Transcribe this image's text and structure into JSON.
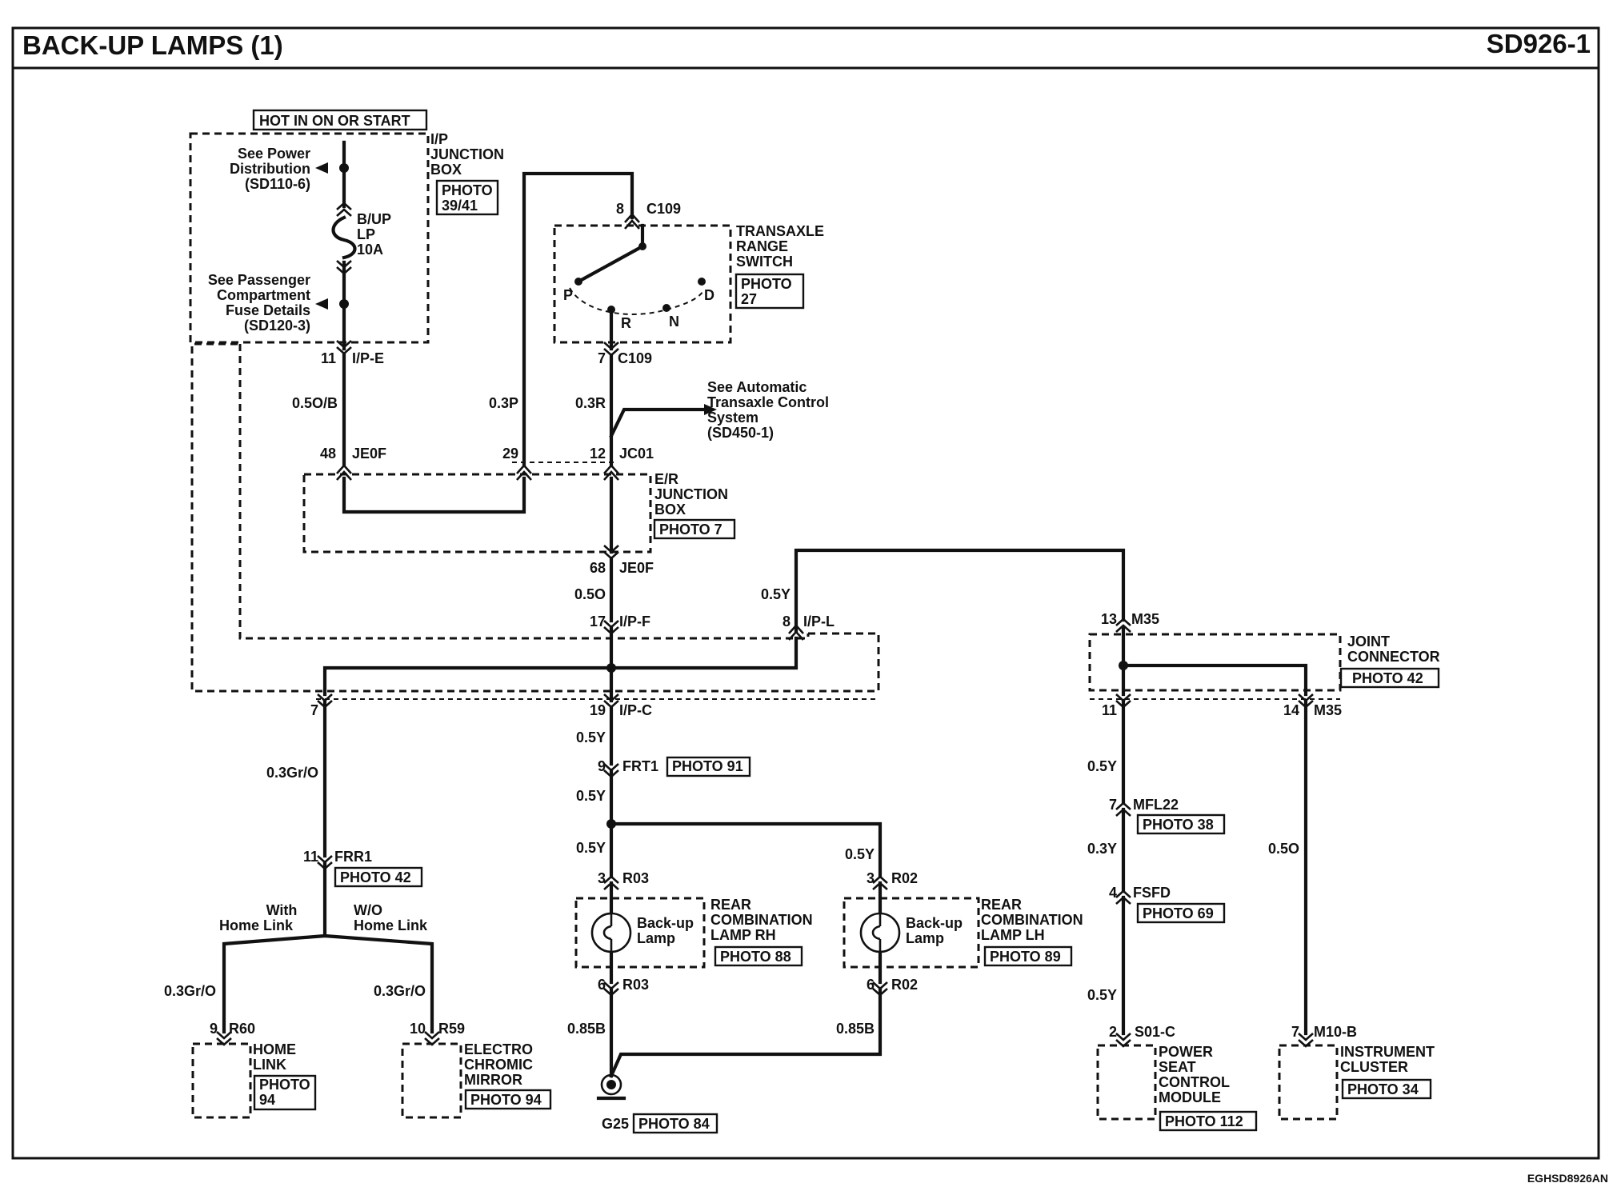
{
  "header": {
    "title": "BACK-UP LAMPS (1)",
    "code": "SD926-1"
  },
  "footer": {
    "code": "EGHSD8926AN"
  },
  "power": {
    "hot_label": "HOT IN ON OR START",
    "ip_jb": [
      "I/P",
      "JUNCTION",
      "BOX"
    ],
    "ip_jb_photo": [
      "PHOTO",
      "39/41"
    ],
    "see_power": [
      "See Power",
      "Distribution",
      "(SD110-6)"
    ],
    "fuse": [
      "B/UP",
      "LP",
      "10A"
    ],
    "see_fuse": [
      "See Passenger",
      "Compartment",
      "Fuse Details",
      "(SD120-3)"
    ]
  },
  "switch": {
    "pin_top": "8",
    "conn_top": "C109",
    "name": [
      "TRANSAXLE",
      "RANGE",
      "SWITCH"
    ],
    "photo": [
      "PHOTO",
      "27"
    ],
    "positions": [
      "P",
      "R",
      "N",
      "D"
    ],
    "pin_bottom": "7",
    "conn_bottom": "C109"
  },
  "atcs": [
    "See Automatic",
    "Transaxle Control",
    "System",
    "(SD450-1)"
  ],
  "er_jb": {
    "name": [
      "E/R",
      "JUNCTION",
      "BOX"
    ],
    "photo": "PHOTO 7"
  },
  "wires": {
    "w_05ob": "0.5O/B",
    "w_03p": "0.3P",
    "w_03r": "0.3R",
    "w_05o_a": "0.5O",
    "w_05y_a": "0.5Y",
    "w_05y_b": "0.5Y",
    "w_05y_c": "0.5Y",
    "w_05y_rh": "0.5Y",
    "w_05y_lh": "0.5Y",
    "w_085b_rh": "0.85B",
    "w_085b_lh": "0.85B",
    "w_03gro": "0.3Gr/O",
    "w_03gro_l": "0.3Gr/O",
    "w_03gro_r": "0.3Gr/O",
    "w_05y_m35": "0.5Y",
    "w_03y": "0.3Y",
    "w_05y_s01": "0.5Y",
    "w_05o_m35": "0.5O",
    "w_05y_l": "0.5Y"
  },
  "connectors": {
    "ipe_pin": "11",
    "ipe": "I/P-E",
    "je0f_48": "48",
    "je0f_a": "JE0F",
    "pin_29": "29",
    "jc01_pin": "12",
    "jc01": "JC01",
    "je0f_68": "68",
    "je0f_b": "JE0F",
    "ipf_pin": "17",
    "ipf": "I/P-F",
    "ipl_pin": "8",
    "ipl": "I/P-L",
    "ipc_pin": "19",
    "ipc": "I/P-C",
    "pin7": "7",
    "frt1_pin": "9",
    "frt1": "FRT1",
    "frt1_photo": "PHOTO 91",
    "r03_pin3": "3",
    "r03_a": "R03",
    "r03_pin6": "6",
    "r03_b": "R03",
    "r02_pin3": "3",
    "r02_a": "R02",
    "r02_pin6": "6",
    "r02_b": "R02",
    "frr1_pin": "11",
    "frr1": "FRR1",
    "frr1_photo": "PHOTO 42",
    "r60_pin": "9",
    "r60": "R60",
    "r59_pin": "10",
    "r59": "R59",
    "m35_pin13": "13",
    "m35_a": "M35",
    "m35_pin11": "11",
    "m35_pin14": "14",
    "m35_b": "M35",
    "mfl22_pin": "7",
    "mfl22": "MFL22",
    "mfl22_photo": "PHOTO 38",
    "fsfd_pin": "4",
    "fsfd": "FSFD",
    "fsfd_photo": "PHOTO 69",
    "s01c_pin": "2",
    "s01c": "S01-C",
    "m10b_pin": "7",
    "m10b": "M10-B"
  },
  "joint": {
    "name": [
      "JOINT",
      "CONNECTOR"
    ],
    "photo": "PHOTO 42"
  },
  "lamp_rh": {
    "bulb": [
      "Back-up",
      "Lamp"
    ],
    "name": [
      "REAR",
      "COMBINATION",
      "LAMP RH"
    ],
    "photo": "PHOTO 88"
  },
  "lamp_lh": {
    "bulb": [
      "Back-up",
      "Lamp"
    ],
    "name": [
      "REAR",
      "COMBINATION",
      "LAMP LH"
    ],
    "photo": "PHOTO 89"
  },
  "ground": {
    "name": "G25",
    "photo": "PHOTO 84"
  },
  "homelink": {
    "with": [
      "With",
      "Home Link"
    ],
    "without": [
      "W/O",
      "Home Link"
    ],
    "name": [
      "HOME",
      "LINK"
    ],
    "photo": [
      "PHOTO",
      "94"
    ]
  },
  "mirror": {
    "name": [
      "ELECTRO",
      "CHROMIC",
      "MIRROR"
    ],
    "photo": "PHOTO 94"
  },
  "seat": {
    "name": [
      "POWER",
      "SEAT",
      "CONTROL",
      "MODULE"
    ],
    "photo": "PHOTO 112"
  },
  "cluster": {
    "name": [
      "INSTRUMENT",
      "CLUSTER"
    ],
    "photo": "PHOTO 34"
  }
}
